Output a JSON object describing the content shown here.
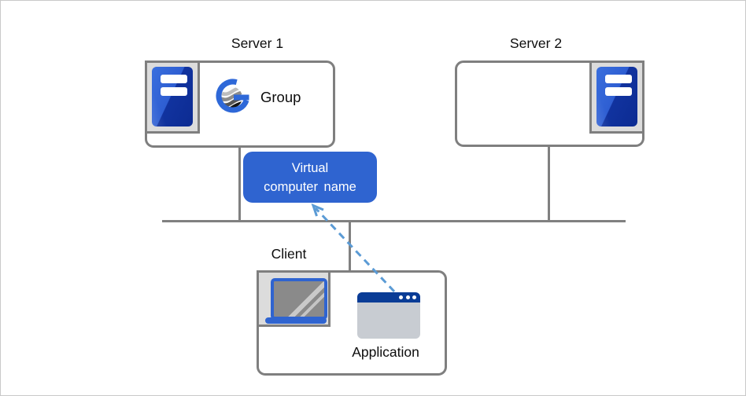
{
  "diagram": {
    "server1": {
      "title": "Server 1",
      "group_label": "Group"
    },
    "server2": {
      "title": "Server 2"
    },
    "client": {
      "title": "Client",
      "application_label": "Application"
    },
    "virtual_computer_name": {
      "line1": "Virtual",
      "line2": "computer name"
    },
    "icons": {
      "server1": "server-tower-icon",
      "server2": "server-tower-icon",
      "group": "group-globe-logo-icon",
      "client": "laptop-icon",
      "application": "app-window-icon",
      "arrow": "dashed-arrow-up-left"
    },
    "colors": {
      "badge_blue": "#2f64d0",
      "titlebar_navy": "#0a3c96",
      "arrow_blue": "#5b9bd5",
      "tower_blue_light": "#3a6fde",
      "tower_blue_dark": "#0c2b92",
      "box_border_gray": "#7f7f7f",
      "line_gray": "#808080",
      "frame_gray": "#dcdcdc",
      "window_body_gray": "#c8ccd2",
      "screen_gray": "#8a8a8a"
    }
  }
}
